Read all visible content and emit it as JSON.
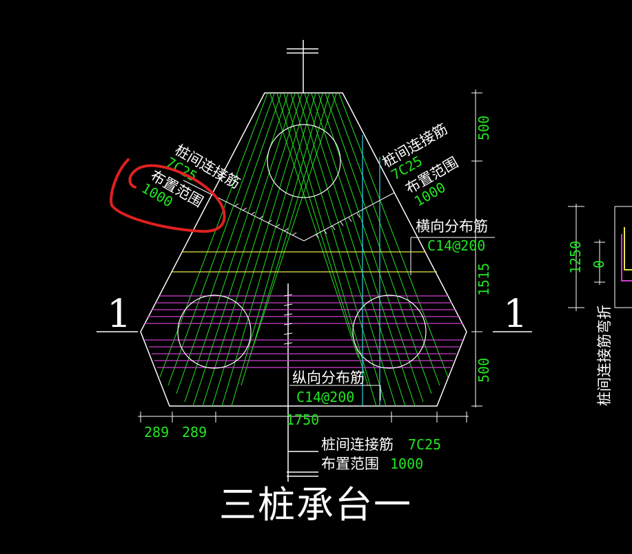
{
  "drawing": {
    "title": "三桩承台一",
    "section_left": "1",
    "section_right": "1"
  },
  "annotations": {
    "left_bar_name": "桩间连接筋",
    "left_bar_spec": "7C25",
    "left_range_label": "布置范围",
    "left_range_value": "1000",
    "right_bar_name": "桩间连接筋",
    "right_bar_spec": "7C25",
    "right_range_label": "布置范围",
    "right_range_value": "1000",
    "transverse_label": "横向分布筋",
    "transverse_spec": "C14@200",
    "longitudinal_label": "纵向分布筋",
    "longitudinal_spec": "C14@200",
    "bottom_bar_name": "桩间连接筋",
    "bottom_bar_spec": "7C25",
    "bottom_range_label": "布置范围",
    "bottom_range_value": "1000"
  },
  "dimensions": {
    "right_top": "500",
    "right_middle": "1515",
    "right_bottom": "500",
    "bottom_a": "289",
    "bottom_b": "289",
    "bottom_total": "1750"
  },
  "side_view": {
    "dim_1250": "1250",
    "dim_0": "0",
    "label": "桩间连接筋弯折"
  },
  "colors": {
    "background": "#000000",
    "outline": "#ffffff",
    "rebar_green": "#22e622",
    "yellow_bars": "#e8e84a",
    "magenta_bars": "#d040d0",
    "cyan_lines": "#30d8e0",
    "red_markup": "#e02020"
  }
}
